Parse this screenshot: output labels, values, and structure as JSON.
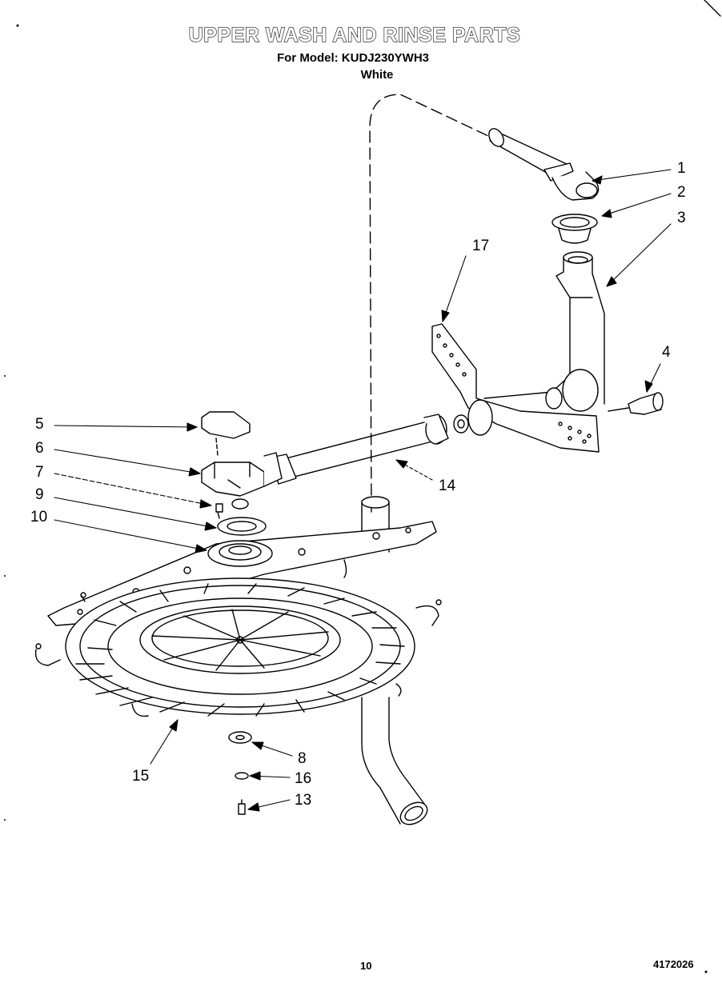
{
  "header": {
    "title": "UPPER WASH AND RINSE PARTS",
    "model_line": "For Model: KUDJ230YWH3",
    "color": "White"
  },
  "callouts": [
    {
      "id": "1",
      "label": "1"
    },
    {
      "id": "2",
      "label": "2"
    },
    {
      "id": "3",
      "label": "3"
    },
    {
      "id": "4",
      "label": "4"
    },
    {
      "id": "5",
      "label": "5"
    },
    {
      "id": "6",
      "label": "6"
    },
    {
      "id": "7",
      "label": "7"
    },
    {
      "id": "9",
      "label": "9"
    },
    {
      "id": "10",
      "label": "10"
    },
    {
      "id": "17",
      "label": "17"
    },
    {
      "id": "14",
      "label": "14"
    },
    {
      "id": "15",
      "label": "15"
    },
    {
      "id": "8",
      "label": "8"
    },
    {
      "id": "16",
      "label": "16"
    },
    {
      "id": "13",
      "label": "13"
    }
  ],
  "footer": {
    "page_number": "10",
    "doc_number": "4172026"
  }
}
